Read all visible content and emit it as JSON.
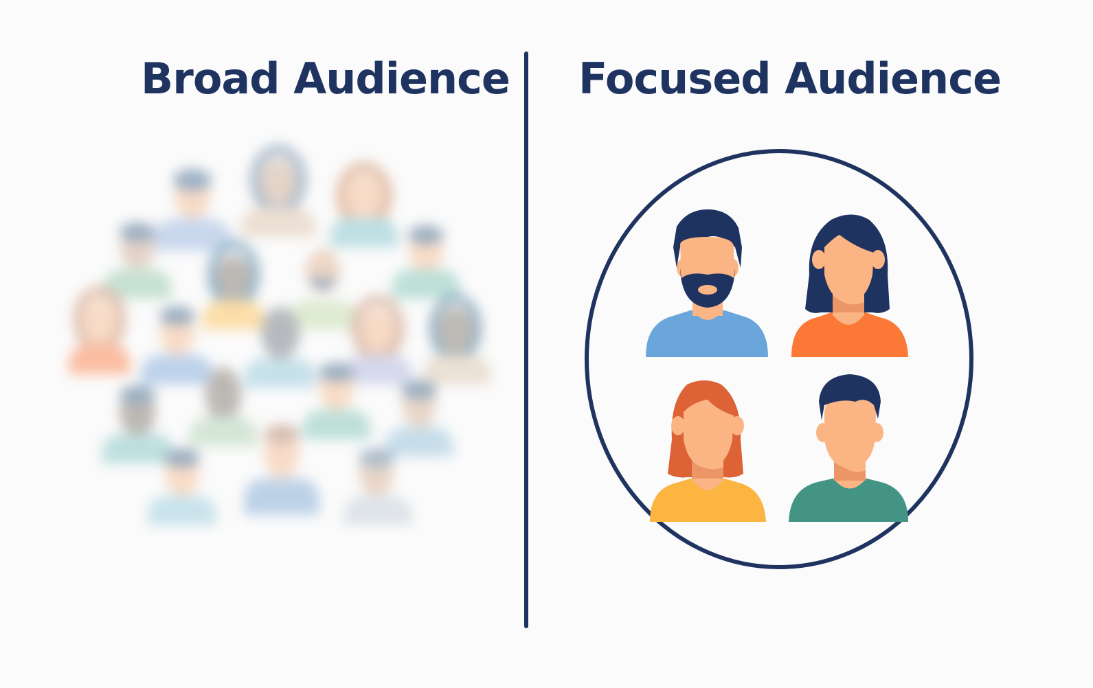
{
  "titles": {
    "left": "Broad Audience",
    "right": "Focused Audience"
  },
  "colors": {
    "navy": "#1f3360",
    "skin": "#fbb585",
    "skin_shadow": "#ec9567",
    "blue_shirt": "#6aa6db",
    "orange_shirt": "#fb7836",
    "yellow_shirt": "#fbb540",
    "teal_shirt": "#449485",
    "red_hair": "#dd6236"
  },
  "broad_audience": {
    "people_count": 21,
    "style": "blurred crowd"
  },
  "focused_audience": {
    "people": [
      {
        "name": "bearded man",
        "shirt": "blue",
        "hair": "navy"
      },
      {
        "name": "woman",
        "shirt": "orange",
        "hair": "navy"
      },
      {
        "name": "red-haired woman",
        "shirt": "yellow",
        "hair": "red"
      },
      {
        "name": "young man",
        "shirt": "teal",
        "hair": "navy"
      }
    ]
  }
}
